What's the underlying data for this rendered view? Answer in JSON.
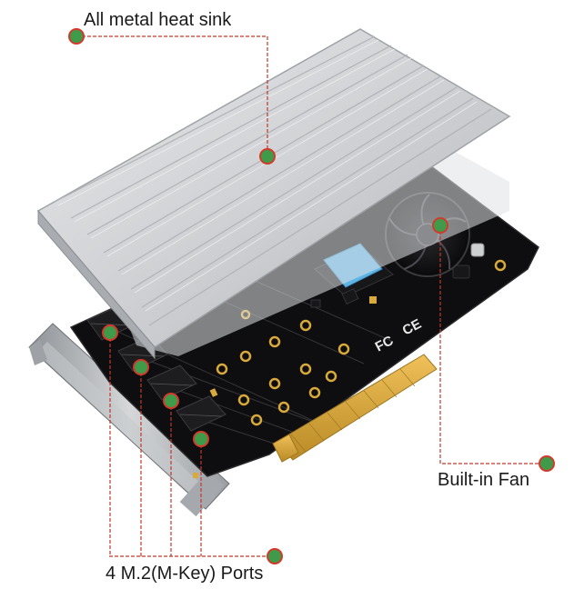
{
  "callouts": {
    "heat_sink": "All metal heat sink",
    "fan": "Built-in Fan",
    "ports": "4 M.2(M-Key) Ports"
  },
  "board_markings": {
    "fcc": "FC",
    "ce": "CE"
  },
  "colors": {
    "pcb": "#0e0e10",
    "heatsink": "#c9cbcd",
    "bracket": "#b9bcc0",
    "gold": "#d8a93c",
    "thermal_pad": "#5fb4e6",
    "callout_line": "#c0392b",
    "marker_dot": "#3f9a4a",
    "marker_ring": "#d23a2b"
  }
}
